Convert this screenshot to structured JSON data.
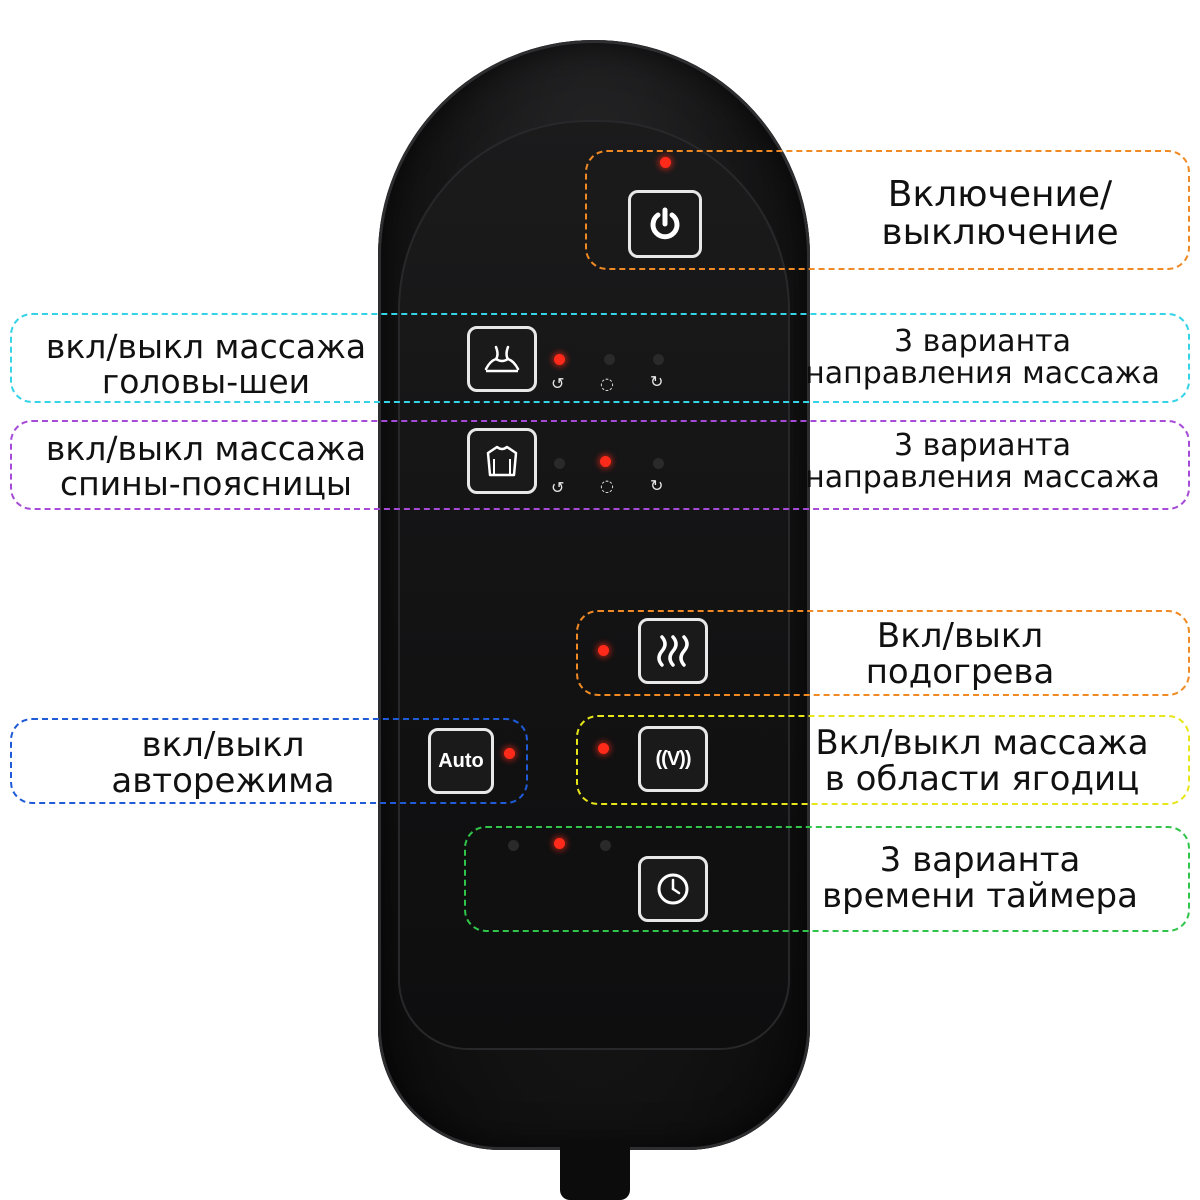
{
  "colors": {
    "orange": "#f08a24",
    "cyan": "#35d3e6",
    "purple": "#a64ad8",
    "blue": "#1f5bd6",
    "yellow": "#e6e61a",
    "green": "#31c44a",
    "led_red": "#ff2a1a"
  },
  "callouts": {
    "power": {
      "lines": [
        "Включение/",
        "выключение"
      ]
    },
    "head_massage": {
      "lines": [
        "вкл/выкл массажа",
        "головы-шеи"
      ]
    },
    "head_direction": {
      "lines": [
        "3 варианта",
        "направления массажа"
      ]
    },
    "back_massage": {
      "lines": [
        "вкл/выкл массажа",
        "спины-поясницы"
      ]
    },
    "back_direction": {
      "lines": [
        "3 варианта",
        "направления массажа"
      ]
    },
    "heat": {
      "lines": [
        "Вкл/выкл",
        "подогрева"
      ]
    },
    "auto": {
      "lines": [
        "вкл/выкл",
        "авторежима"
      ]
    },
    "buttocks": {
      "lines": [
        "Вкл/выкл массажа",
        "в области ягодиц"
      ]
    },
    "timer": {
      "lines": [
        "3 варианта",
        "времени таймера"
      ]
    }
  },
  "buttons": {
    "power": {
      "icon": "power-icon"
    },
    "head": {
      "icon": "neck-icon"
    },
    "back": {
      "icon": "back-icon"
    },
    "heat": {
      "icon": "heat-waves-icon"
    },
    "auto": {
      "label": "Auto"
    },
    "vibration": {
      "label": "((V))",
      "icon": "vibration-icon"
    },
    "timer": {
      "icon": "clock-icon"
    }
  },
  "indicators": {
    "head_direction_active": 1,
    "back_direction_active": 2,
    "timer_active": 2
  }
}
